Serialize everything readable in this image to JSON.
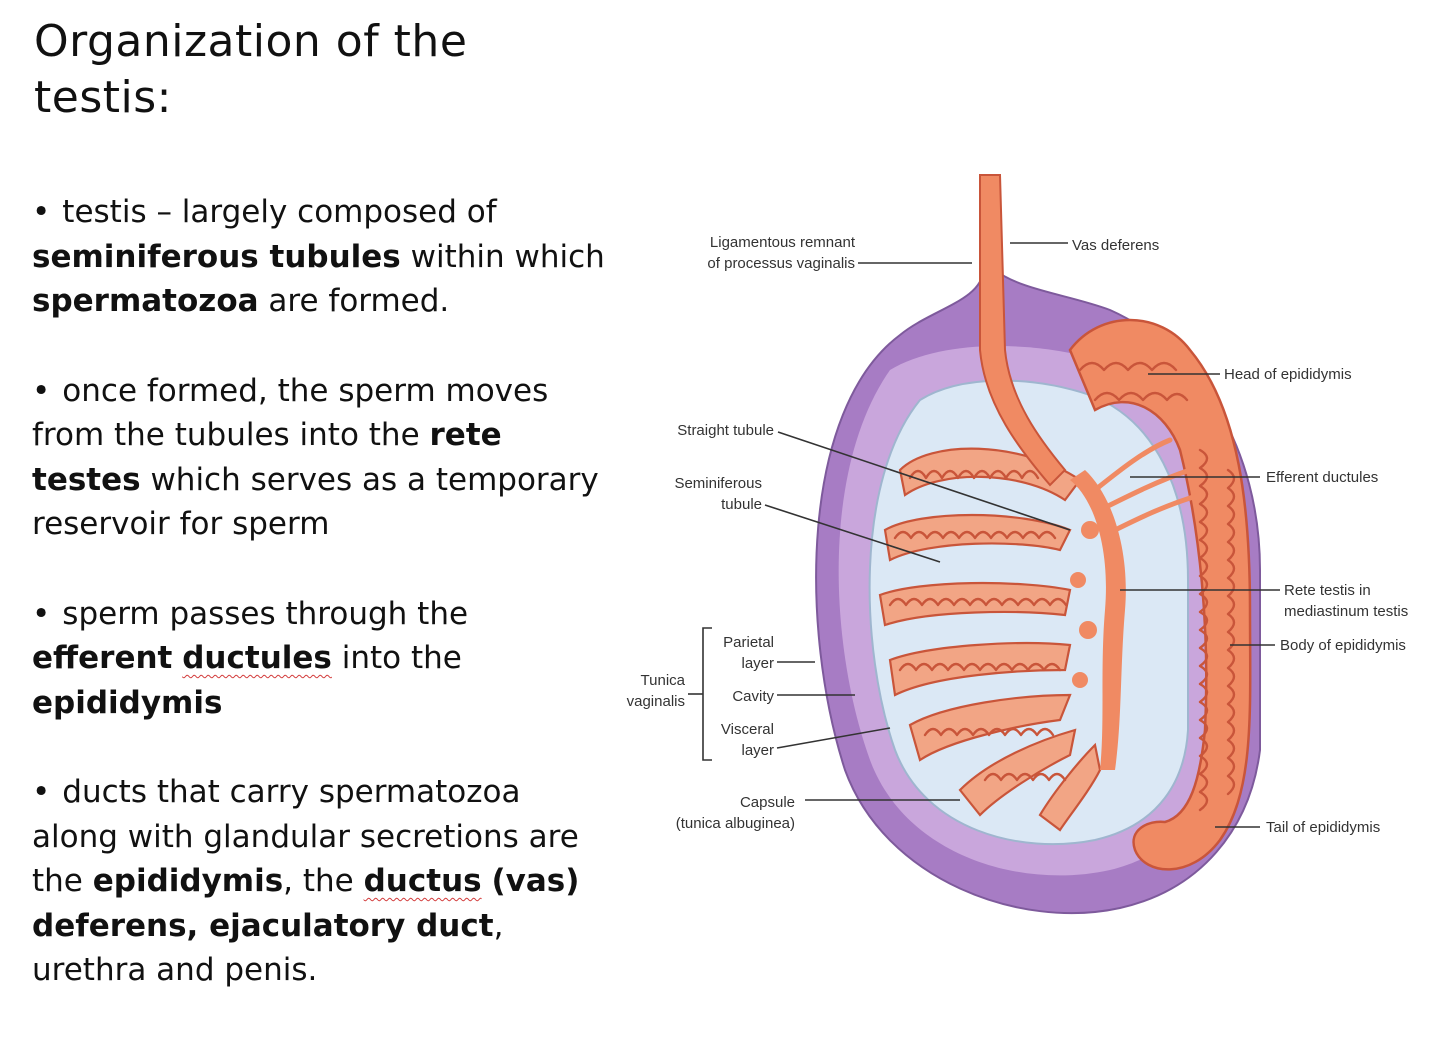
{
  "slide": {
    "title": "Organization of the testis:",
    "bullets": [
      {
        "runs": [
          {
            "t": "testis – largely composed of ",
            "style": "normal"
          },
          {
            "t": "seminiferous tubules",
            "style": "bold"
          },
          {
            "t": " within which ",
            "style": "normal"
          },
          {
            "t": "spermatozoa",
            "style": "bold"
          },
          {
            "t": " are formed.",
            "style": "normal"
          }
        ]
      },
      {
        "runs": [
          {
            "t": "once formed, the sperm moves from the tubules into the ",
            "style": "normal"
          },
          {
            "t": "rete testes",
            "style": "bold"
          },
          {
            "t": " which serves as a temporary reservoir for sperm",
            "style": "normal"
          }
        ]
      },
      {
        "runs": [
          {
            "t": "sperm passes through the ",
            "style": "normal"
          },
          {
            "t": "efferent",
            "style": "bold"
          },
          {
            "t": " ",
            "style": "normal"
          },
          {
            "t": "ductules",
            "style": "bold-squiggle"
          },
          {
            "t": " into the ",
            "style": "normal"
          },
          {
            "t": "epididymis",
            "style": "bold"
          }
        ]
      },
      {
        "runs": [
          {
            "t": "ducts that carry spermatozoa along with glandular secretions are the ",
            "style": "normal"
          },
          {
            "t": "epididymis",
            "style": "bold"
          },
          {
            "t": ", the ",
            "style": "normal"
          },
          {
            "t": "ductus",
            "style": "bold-squiggle"
          },
          {
            "t": " ",
            "style": "normal"
          },
          {
            "t": "(vas) deferens, ejaculatory duct",
            "style": "bold"
          },
          {
            "t": ", urethra and penis.",
            "style": "normal"
          }
        ]
      }
    ]
  },
  "diagram": {
    "labels": {
      "ligamentous_1": "Ligamentous remnant",
      "ligamentous_2": "of processus vaginalis",
      "vas_deferens": "Vas deferens",
      "head_epididymis": "Head of epididymis",
      "straight_tubule": "Straight tubule",
      "seminiferous_1": "Seminiferous",
      "seminiferous_2": "tubule",
      "efferent_ductules": "Efferent ductules",
      "rete_1": "Rete testis in",
      "rete_2": "mediastinum testis",
      "body_epididymis": "Body of epididymis",
      "parietal_1": "Parietal",
      "parietal_2": "layer",
      "tunica_1": "Tunica",
      "tunica_2": "vaginalis",
      "cavity": "Cavity",
      "visceral_1": "Visceral",
      "visceral_2": "layer",
      "capsule_1": "Capsule",
      "capsule_2": "(tunica albuginea)",
      "tail_epididymis": "Tail of epididymis"
    },
    "colors": {
      "tunica_outer": "#a77cc4",
      "tunica_inner": "#c9a6dc",
      "capsule": "#dbe8f5",
      "tubule": "#f2a585",
      "tubule_outline": "#c9553a",
      "duct": "#f08a63"
    }
  }
}
